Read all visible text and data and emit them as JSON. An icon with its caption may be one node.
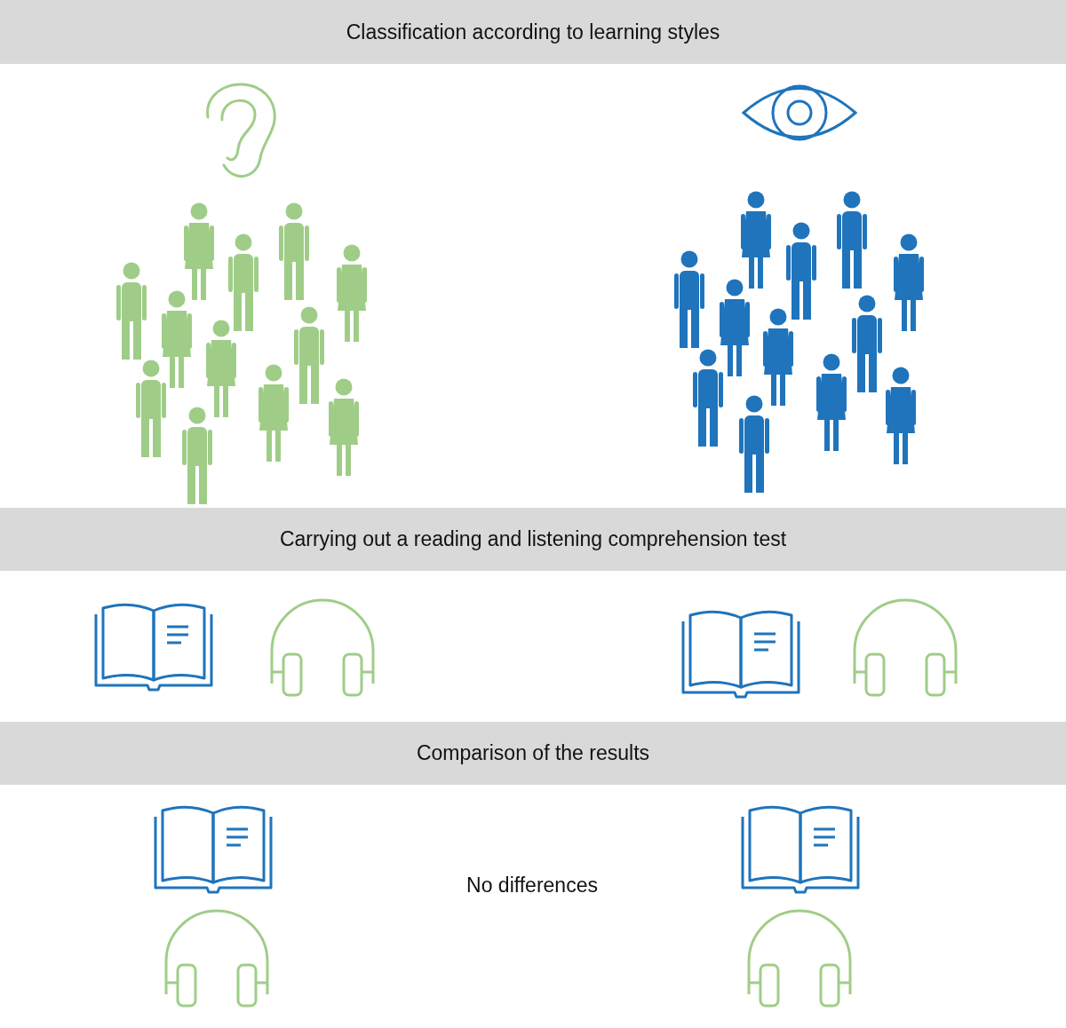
{
  "diagram": {
    "nodes": [
      {
        "text": [
          "Classification according to learning styles"
        ]
      },
      {
        "text": [
          "Carrying out a reading and listening comprehension test"
        ]
      },
      {
        "text": [
          "Comparison of the results"
        ]
      }
    ],
    "labels": [
      "No differences"
    ]
  }
}
